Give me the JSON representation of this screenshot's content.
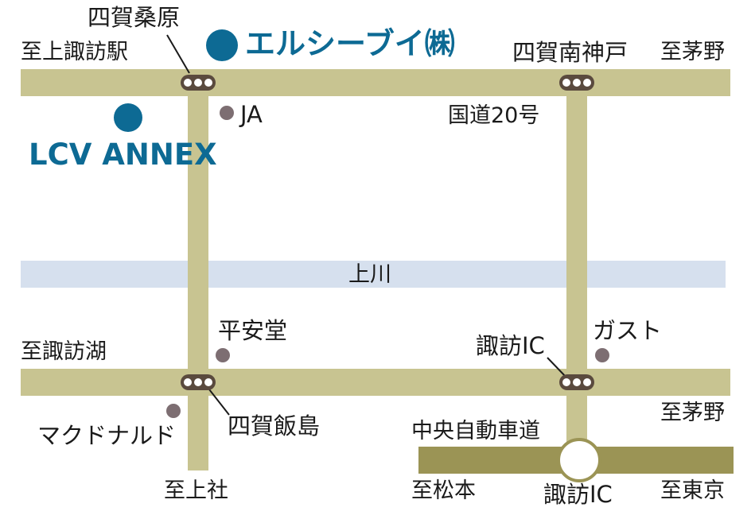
{
  "colors": {
    "brand": "#0d6a94",
    "road": "#c8c491",
    "river": "#d6e0ee",
    "expressway": "#9b9455",
    "signal": "#5a4a3e",
    "poi": "#7d6e72"
  },
  "brands": {
    "main_name": "エルシーブイ㈱",
    "annex_name": "LCV ANNEX"
  },
  "directions": {
    "to_kamisuwa_station": "至上諏訪駅",
    "to_chino_north": "至茅野",
    "to_suwako": "至諏訪湖",
    "to_chino_south": "至茅野",
    "to_kamisha": "至上社",
    "to_matsumoto": "至松本",
    "to_tokyo": "至東京"
  },
  "intersections": {
    "shiga_kuwabara": "四賀桑原",
    "shiga_minami_kanbe": "四賀南神戸",
    "shiga_hanjima": "四賀飯島",
    "suwa_ic_signal": "諏訪IC"
  },
  "roads": {
    "route20": "国道20号",
    "river": "上川",
    "expressway": "中央自動車道",
    "suwa_ic": "諏訪IC"
  },
  "pois": {
    "ja": "JA",
    "heiando": "平安堂",
    "gusto": "ガスト",
    "mcdonalds": "マクドナルド"
  },
  "icons": {
    "signal": "traffic-signal-icon",
    "interchange": "interchange-circle-icon",
    "poi": "poi-dot-icon",
    "brand": "brand-dot-icon"
  }
}
